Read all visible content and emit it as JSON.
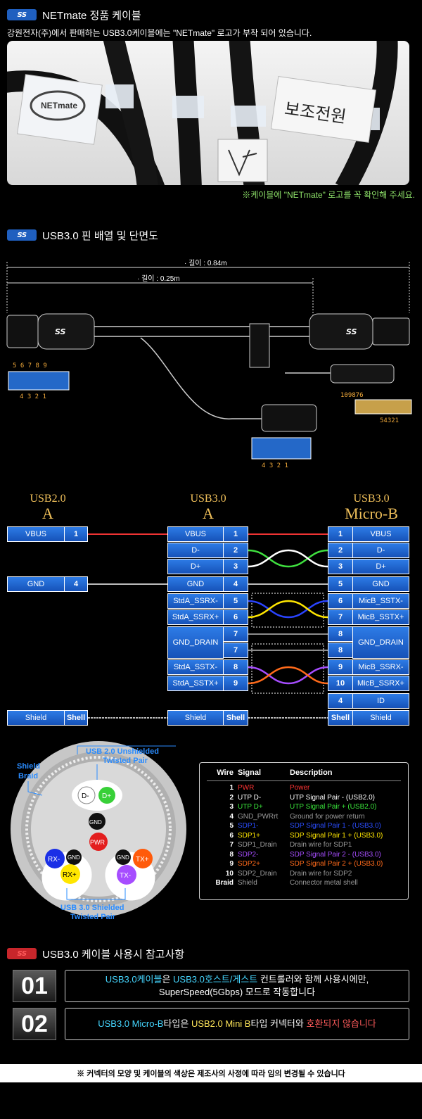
{
  "section1": {
    "logo": "SS",
    "title": "NETmate 정품 케이블",
    "notice": "강원전자(주)에서 판매하는 USB3.0케이블에는 \"NETmate\" 로고가 부착 되어 있습니다.",
    "photo_tag_text": "보조전원",
    "photo_logo": "NETmate",
    "photo_note": "※케이블에 \"NETmate\" 로고를 꼭 확인해 주세요."
  },
  "section2": {
    "logo": "SS",
    "title": "USB3.0 핀 배열 및 단면도",
    "length_total": "· 길이 : 0.84m",
    "length_short": "· 길이 : 0.25m",
    "usb_a_top_pins": "5 6 7 8 9",
    "usb_a_bottom_pins": "4 3 2 1",
    "micro_b_top_pins": "109876",
    "micro_b_bottom_pins": "54321",
    "usb2_pins": "4 3 2 1",
    "connector_logo": "SS"
  },
  "pin_table": {
    "headers": {
      "usb2a": {
        "line1": "USB2.0",
        "line2": "A"
      },
      "usb3a": {
        "line1": "USB3.0",
        "line2": "A"
      },
      "microb": {
        "line1": "USB3.0",
        "line2": "Micro-B"
      }
    },
    "usb2a": [
      {
        "name": "VBUS",
        "pin": "1"
      },
      {
        "name": "GND",
        "pin": "4"
      },
      {
        "name": "Shield",
        "pin": "Shell"
      }
    ],
    "usb3a": [
      {
        "name": "VBUS",
        "pin": "1"
      },
      {
        "name": "D-",
        "pin": "2"
      },
      {
        "name": "D+",
        "pin": "3"
      },
      {
        "name": "GND",
        "pin": "4"
      },
      {
        "name": "StdA_SSRX-",
        "pin": "5"
      },
      {
        "name": "StdA_SSRX+",
        "pin": "6"
      },
      {
        "name": "GND_DRAIN",
        "pin": "7"
      },
      {
        "name": "",
        "pin": "7"
      },
      {
        "name": "StdA_SSTX-",
        "pin": "8"
      },
      {
        "name": "StdA_SSTX+",
        "pin": "9"
      },
      {
        "name": "Shield",
        "pin": "Shell"
      }
    ],
    "microb": [
      {
        "pin": "1",
        "name": "VBUS"
      },
      {
        "pin": "2",
        "name": "D-"
      },
      {
        "pin": "3",
        "name": "D+"
      },
      {
        "pin": "5",
        "name": "GND"
      },
      {
        "pin": "6",
        "name": "MicB_SSTX-"
      },
      {
        "pin": "7",
        "name": "MicB_SSTX+"
      },
      {
        "pin": "8",
        "name": "GND_DRAIN"
      },
      {
        "pin": "8",
        "name": ""
      },
      {
        "pin": "9",
        "name": "MicB_SSRX-"
      },
      {
        "pin": "10",
        "name": "MicB_SSRX+"
      },
      {
        "pin": "4",
        "name": "ID"
      },
      {
        "pin": "Shell",
        "name": "Shield"
      }
    ]
  },
  "cross_section": {
    "label_unshielded_1": "USB 2.0 Unshielded",
    "label_unshielded_2": "Twisted Pair",
    "label_braid_1": "Shield",
    "label_braid_2": "Braid",
    "label_shielded_1": "USB 3.0 Shielded",
    "label_shielded_2": "Twisted Pair",
    "wires": {
      "dminus": "D-",
      "dplus": "D+",
      "gnd_top": "GND",
      "pwr": "PWR",
      "rxminus": "RX-",
      "gnd_left": "GND",
      "rxplus": "RX+",
      "gnd_right": "GND",
      "txplus": "TX+",
      "txminus": "TX-"
    }
  },
  "legend": {
    "headers": {
      "wire": "Wire",
      "signal": "Signal",
      "description": "Description"
    },
    "rows": [
      {
        "wire": "1",
        "signal": "PWR",
        "desc": "Power",
        "color": "#ff3333"
      },
      {
        "wire": "2",
        "signal": "UTP D-",
        "desc": "UTP Signal Pair - (USB2.0)",
        "color": "#ffffff"
      },
      {
        "wire": "3",
        "signal": "UTP D+",
        "desc": "UTP Signal Pair + (USB2.0)",
        "color": "#39e23a"
      },
      {
        "wire": "4",
        "signal": "GND_PWRrt",
        "desc": "Ground for power return",
        "color": "#9a9a9a"
      },
      {
        "wire": "5",
        "signal": "SDP1-",
        "desc": "SDP Signal Pair 1 - (USB3.0)",
        "color": "#2a4dff"
      },
      {
        "wire": "6",
        "signal": "SDP1+",
        "desc": "SDP Signal Pair 1 + (USB3.0)",
        "color": "#ffe600"
      },
      {
        "wire": "7",
        "signal": "SDP1_Drain",
        "desc": "Drain wire for SDP1",
        "color": "#9a9a9a"
      },
      {
        "wire": "8",
        "signal": "SDP2-",
        "desc": "SDP Signal Pair 2 - (USB3.0)",
        "color": "#a64dff"
      },
      {
        "wire": "9",
        "signal": "SDP2+",
        "desc": "SDP Signal Pair 2 + (USB3.0)",
        "color": "#ff6a1a"
      },
      {
        "wire": "10",
        "signal": "SDP2_Drain",
        "desc": "Drain wire for SDP2",
        "color": "#9a9a9a"
      },
      {
        "wire": "Braid",
        "signal": "Shield",
        "desc": "Connector metal shell",
        "color": "#9a9a9a"
      }
    ]
  },
  "section3": {
    "logo": "SS",
    "title": "USB3.0 케이블 사용시 참고사항",
    "note1": {
      "num": "01",
      "part1": "USB3.0케이블",
      "part2": "은 ",
      "part3": "USB3.0호스트/게스트",
      "part4": " 컨트롤러와 함께 사용시에만,",
      "line2": "SuperSpeed(5Gbps) 모드로 작동합니다"
    },
    "note2": {
      "num": "02",
      "part1": "USB3.0 Micro-B",
      "part2": "타입은 ",
      "part3": "USB2.0 Mini B",
      "part4": "타입 커넥터와 ",
      "part5": "호환되지 않습니다"
    }
  },
  "footer": "※ 커넥터의 모양 및 케이블의 색상은 제조사의 사정에 따라 임의 변경될 수 있습니다"
}
